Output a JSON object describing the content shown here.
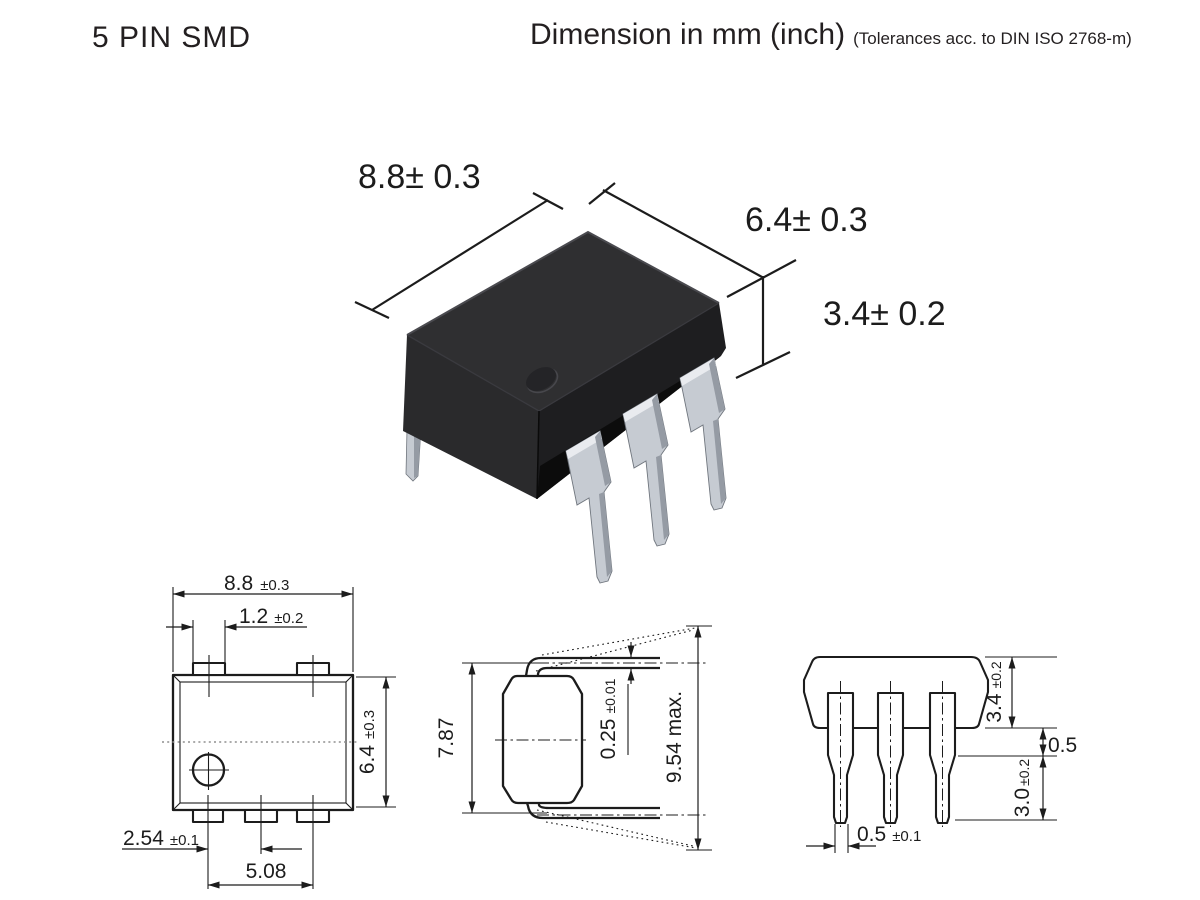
{
  "header": {
    "title": "5 PIN SMD",
    "unit_note": "Dimension in mm (inch)",
    "tolerance_note": "(Tolerances acc. to DIN ISO 2768-m)"
  },
  "colors": {
    "line": "#1c1c1c",
    "body_top": "#2f2f31",
    "body_left": "#2a2a2c",
    "body_right": "#1e1e20",
    "body_underside": "#0c0c0c",
    "pin_face": "#c6cbd2",
    "pin_shade": "#959ba4",
    "pin_highlight": "#e9ebef"
  },
  "iso_view": {
    "width": "8.8± 0.3",
    "depth": "6.4± 0.3",
    "height": "3.4± 0.2"
  },
  "top_view": {
    "body_width": "8.8",
    "body_width_tol": "±0.3",
    "pin_width": "1.2",
    "pin_width_tol": "±0.2",
    "body_depth": "6.4",
    "body_depth_tol": "±0.3",
    "pin_pitch": "2.54",
    "pin_pitch_tol": "±0.1",
    "pin_span": "5.08"
  },
  "side_view": {
    "body_length": "7.87",
    "lead_thickness": "0.25",
    "lead_thickness_tol": "±0.01",
    "overall_length": "9.54 max."
  },
  "front_view": {
    "body_height": "3.4",
    "body_height_tol": "±0.2",
    "standoff": "0.5",
    "lead_length": "3.0",
    "lead_length_tol": "±0.2",
    "lead_tip_width": "0.5",
    "lead_tip_width_tol": "±0.1"
  }
}
